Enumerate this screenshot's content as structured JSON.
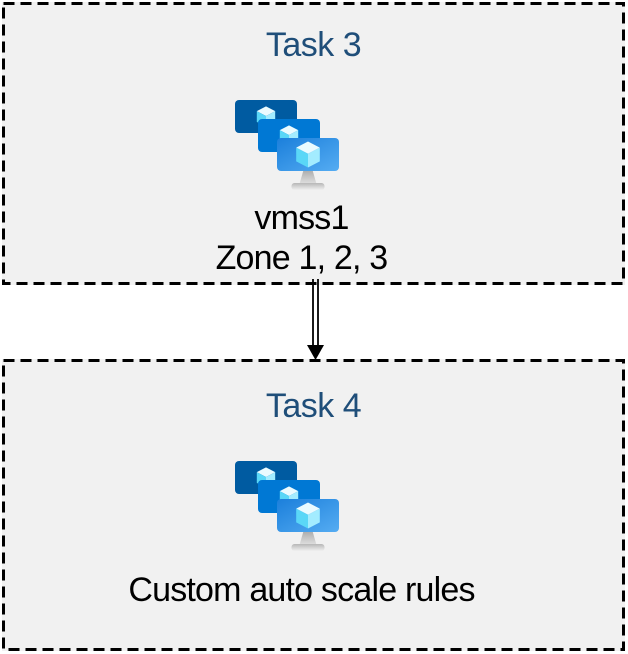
{
  "diagram": {
    "background": "#FFFFFF",
    "box_background": "#F1F1F1",
    "border_color": "#000000",
    "title_color": "#1F4E79",
    "text_color": "#000000",
    "tasks": [
      {
        "title": "Task 3",
        "icon": "vm-scale-set-icon",
        "caption_lines": [
          "vmss1",
          "Zone 1, 2, 3"
        ]
      },
      {
        "title": "Task 4",
        "icon": "vm-scale-set-icon",
        "caption_lines": [
          "Custom auto scale rules"
        ]
      }
    ],
    "connector": {
      "type": "double-line-arrow",
      "direction": "down",
      "color": "#000000"
    }
  },
  "icon_colors": {
    "monitor_back": "#005BA1",
    "monitor_middle": "#0078D4",
    "monitor_front_gradient_start": "#1B7FDB",
    "monitor_front_gradient_end": "#55ACF2",
    "cube_top": "#EAFBFF",
    "cube_left": "#5AD7F7",
    "cube_right": "#A3ECFF",
    "stand_gray_dark": "#ABABAB",
    "stand_gray_light": "#F0F0F0"
  }
}
